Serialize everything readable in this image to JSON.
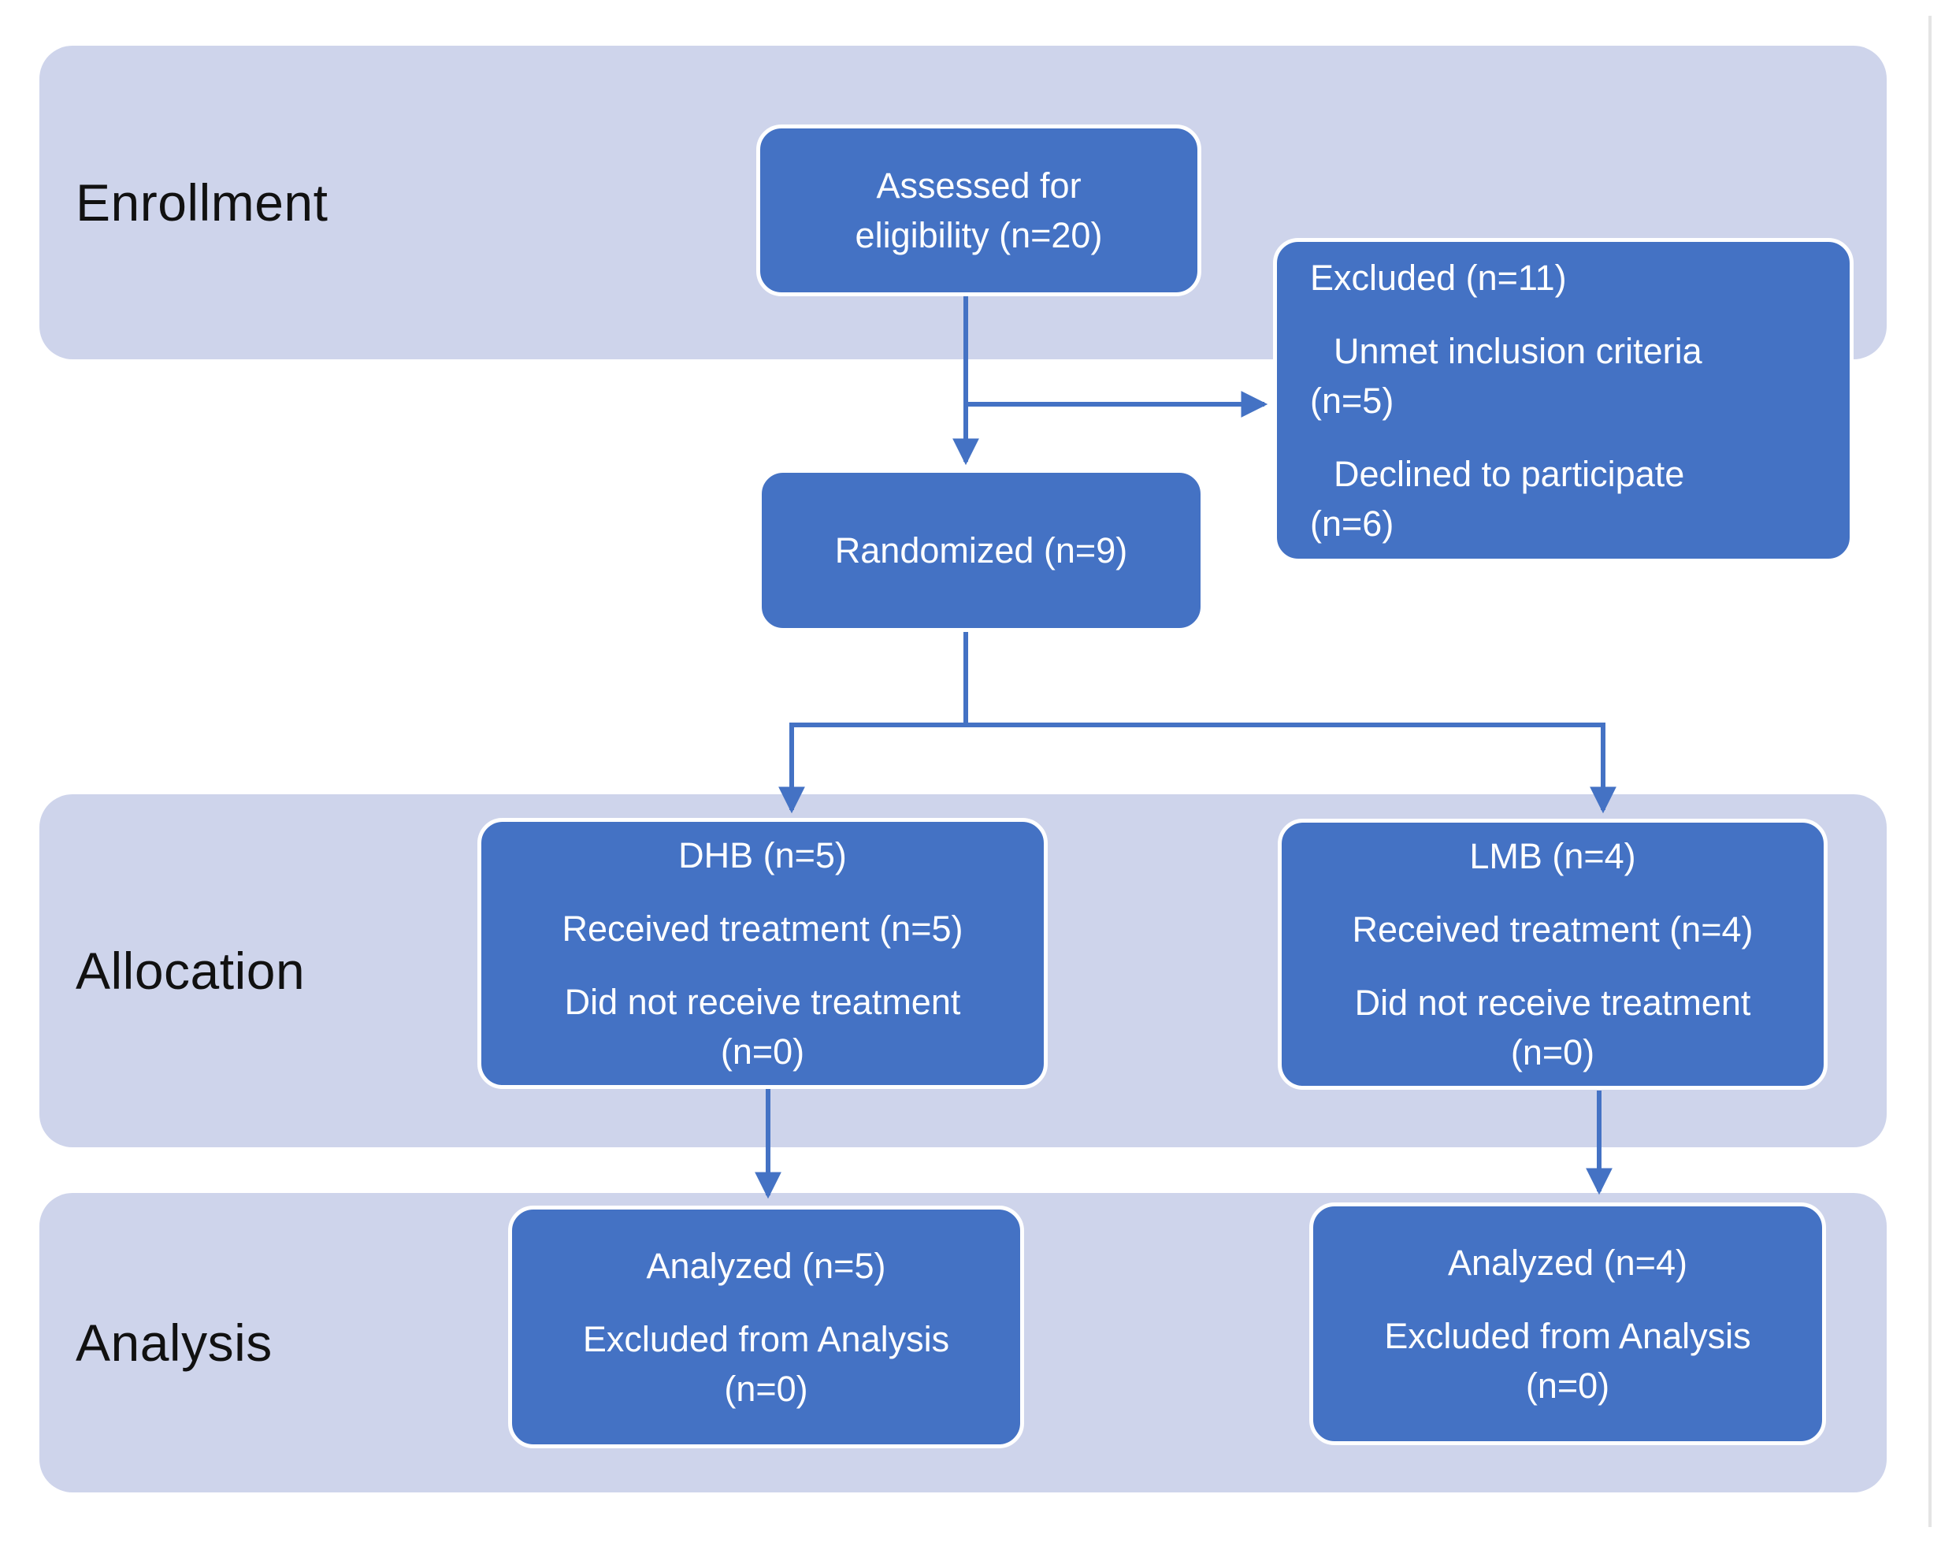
{
  "colors": {
    "box_fill": "#4472C4",
    "band_fill": "#CED4EB",
    "arrow": "#4472C4",
    "box_border": "#FFFFFF",
    "box_text": "#FFFFFF",
    "label_text": "#111111",
    "page_edge": "#E4E4E4",
    "page_bg": "#FFFFFF"
  },
  "sections": {
    "enrollment": "Enrollment",
    "allocation": "Allocation",
    "analysis": "Analysis"
  },
  "nodes": {
    "assessed": {
      "lines": [
        "Assessed for",
        "eligibility (n=20)"
      ]
    },
    "excluded": {
      "lines": [
        "Excluded (n=11)",
        "Unmet inclusion criteria",
        "(n=5)",
        "Declined to participate",
        "(n=6)"
      ]
    },
    "randomized": {
      "lines": [
        "Randomized (n=9)"
      ]
    },
    "dhb": {
      "lines": [
        "DHB (n=5)",
        "Received treatment (n=5)",
        "Did not receive treatment",
        "(n=0)"
      ]
    },
    "lmb": {
      "lines": [
        "LMB (n=4)",
        "Received treatment (n=4)",
        "Did not receive treatment",
        "(n=0)"
      ]
    },
    "analyzed_dhb": {
      "lines": [
        "Analyzed (n=5)",
        "Excluded from Analysis",
        "(n=0)"
      ]
    },
    "analyzed_lmb": {
      "lines": [
        "Analyzed (n=4)",
        "Excluded from Analysis",
        "(n=0)"
      ]
    }
  }
}
